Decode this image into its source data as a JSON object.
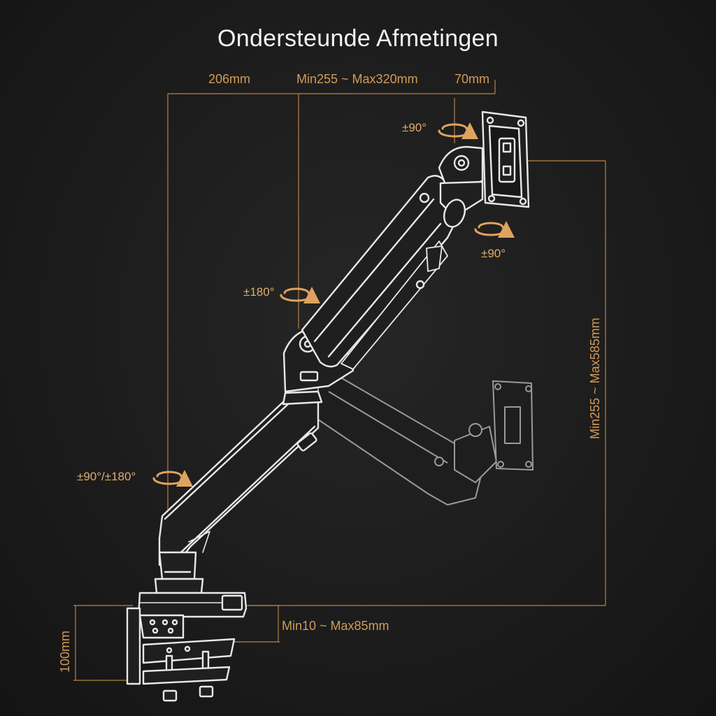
{
  "title": "Ondersteunde Afmetingen",
  "dimensions": {
    "top_left": "206mm",
    "top_mid": "Min255 ~ Max320mm",
    "top_right": "70mm",
    "height_range": "Min255 ~ Max585mm",
    "desk_thickness": "Min10 ~ Max85mm",
    "clamp_height": "100mm"
  },
  "rotations": {
    "top_head": "±90°",
    "head_tilt": "±90°",
    "middle_joint": "±180°",
    "base": "±90°/±180°"
  },
  "colors": {
    "background": "#1c1c1c",
    "accent": "#d39a58",
    "line_art": "#e8e8e8",
    "title": "#f4f4f4"
  }
}
